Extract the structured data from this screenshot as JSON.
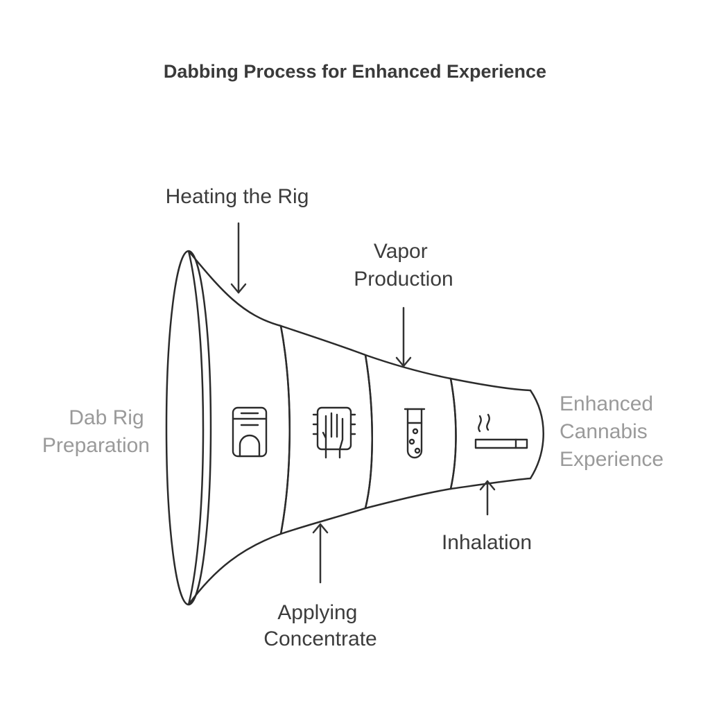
{
  "title": "Dabbing Process for Enhanced Experience",
  "stages": [
    {
      "id": "heating",
      "label_lines": [
        "Heating the Rig"
      ],
      "icon": "dab-rig-icon",
      "color": "#7dd6fb"
    },
    {
      "id": "applying",
      "label_lines": [
        "Applying",
        "Concentrate"
      ],
      "icon": "hand-concentrate-icon",
      "color": "#80f0c0"
    },
    {
      "id": "vapor",
      "label_lines": [
        "Vapor",
        "Production"
      ],
      "icon": "test-tube-icon",
      "color": "#c6f782"
    },
    {
      "id": "inhalation",
      "label_lines": [
        "Inhalation"
      ],
      "icon": "smoking-icon",
      "color": "#f7f28c"
    }
  ],
  "start": {
    "label_lines": [
      "Dab Rig",
      "Preparation"
    ],
    "color": "#6ed0f7"
  },
  "end": {
    "label_lines": [
      "Enhanced",
      "Cannabis",
      "Experience"
    ]
  },
  "colors": {
    "title": "#3a3a3a",
    "label": "#3c3c3c",
    "muted_label": "#9a9a9a",
    "outline": "#2b2b2b"
  }
}
